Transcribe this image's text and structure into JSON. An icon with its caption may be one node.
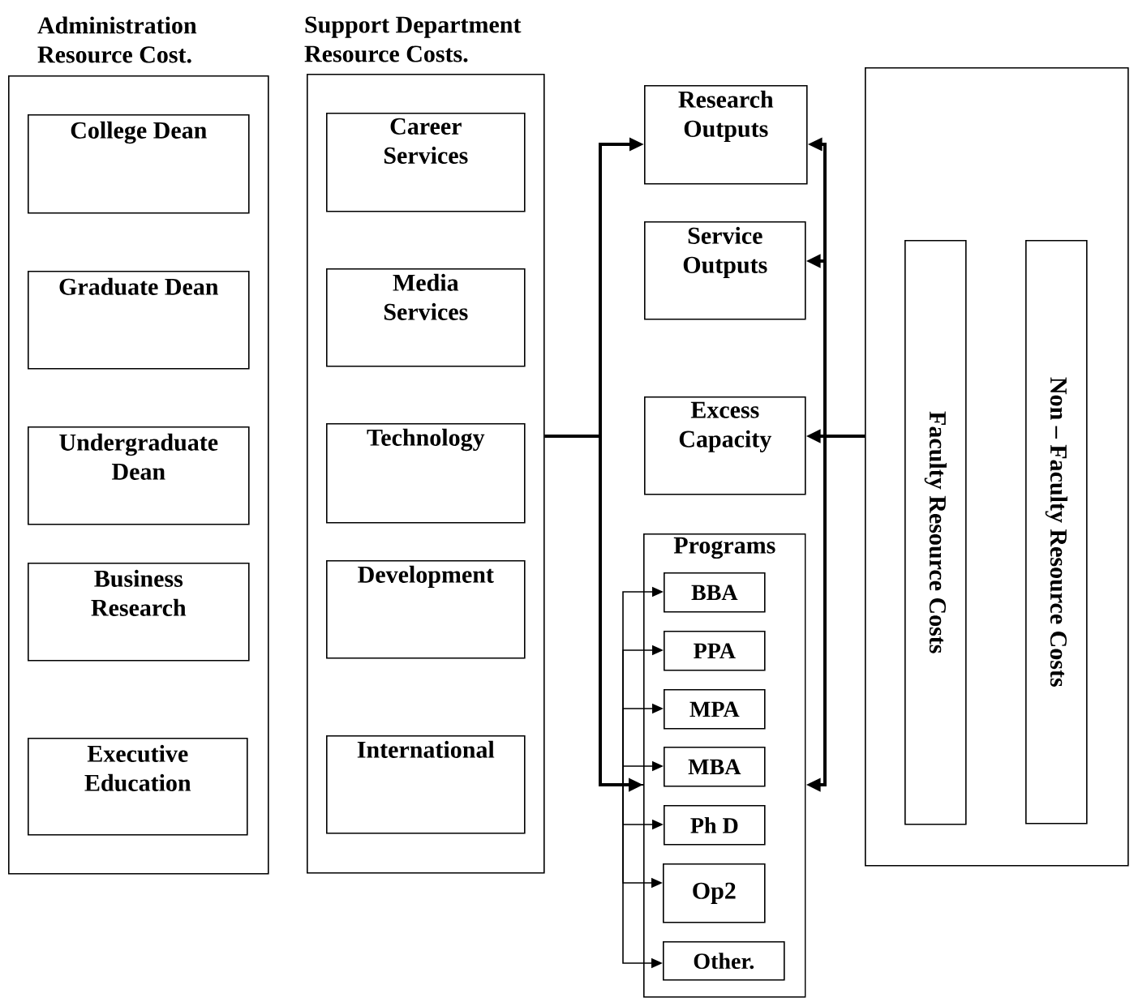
{
  "diagram": {
    "nodes": [
      {
        "text": [
          "Administration Resource Cost."
        ]
      },
      {
        "text": [
          "College Dean"
        ],
        "in": 0
      },
      {
        "text": [
          "Graduate Dean"
        ],
        "in": 0
      },
      {
        "text": [
          "Undergraduate Dean"
        ],
        "in": 0
      },
      {
        "text": [
          "Business Research"
        ],
        "in": 0
      },
      {
        "text": [
          "Executive Education"
        ],
        "in": 0
      },
      {
        "text": [
          "Support Department Resource Costs."
        ]
      },
      {
        "text": [
          "Career Services"
        ],
        "in": 6
      },
      {
        "text": [
          "Media Services"
        ],
        "in": 6
      },
      {
        "text": [
          "Technology"
        ],
        "in": 6
      },
      {
        "text": [
          "Development"
        ],
        "in": 6
      },
      {
        "text": [
          "International"
        ],
        "in": 6
      },
      {
        "text": [
          "Research Outputs"
        ]
      },
      {
        "text": [
          "Service Outputs"
        ]
      },
      {
        "text": [
          "Excess Capacity"
        ]
      },
      {
        "text": [
          "Programs"
        ]
      },
      {
        "text": [
          "BBA"
        ],
        "in": 15
      },
      {
        "text": [
          "PPA"
        ],
        "in": 15
      },
      {
        "text": [
          "MPA"
        ],
        "in": 15
      },
      {
        "text": [
          "MBA"
        ],
        "in": 15
      },
      {
        "text": [
          "Ph D"
        ],
        "in": 15
      },
      {
        "text": [
          "Op2"
        ],
        "in": 15
      },
      {
        "text": [
          "Other."
        ],
        "in": 15
      },
      {
        "text": [],
        "shape": "box"
      },
      {
        "text": [
          "Faculty Resource Costs"
        ],
        "in": 23
      },
      {
        "text": [
          "Non – Faculty Resource Costs"
        ],
        "in": 23
      }
    ],
    "edges": [
      {
        "from": 6,
        "to": 12,
        "arrow": "to",
        "style": "thick"
      },
      {
        "from": 6,
        "to": 15,
        "arrow": "to",
        "style": "thick"
      },
      {
        "from": 23,
        "to": 12,
        "arrow": "to",
        "style": "thick"
      },
      {
        "from": 23,
        "to": 13,
        "arrow": "to",
        "style": "thick"
      },
      {
        "from": 23,
        "to": 14,
        "arrow": "to",
        "style": "thick"
      },
      {
        "from": 23,
        "to": 15,
        "arrow": "to",
        "style": "thick"
      },
      {
        "from": 15,
        "to": 16,
        "arrow": "to"
      },
      {
        "from": 15,
        "to": 17,
        "arrow": "to"
      },
      {
        "from": 15,
        "to": 18,
        "arrow": "to"
      },
      {
        "from": 15,
        "to": 19,
        "arrow": "to"
      },
      {
        "from": 15,
        "to": 20,
        "arrow": "to"
      },
      {
        "from": 15,
        "to": 21,
        "arrow": "to"
      },
      {
        "from": 15,
        "to": 22,
        "arrow": "to"
      }
    ]
  }
}
